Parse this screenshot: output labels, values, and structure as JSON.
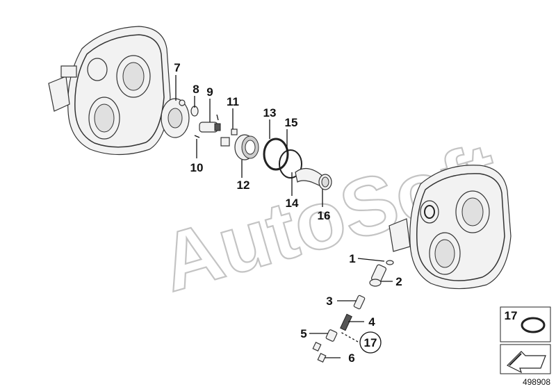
{
  "watermark": "AutoSoft",
  "diagram_id": "498908",
  "callouts": [
    {
      "id": "c7",
      "text": "7"
    },
    {
      "id": "c8",
      "text": "8"
    },
    {
      "id": "c9",
      "text": "9"
    },
    {
      "id": "c11",
      "text": "11"
    },
    {
      "id": "c13",
      "text": "13"
    },
    {
      "id": "c15",
      "text": "15"
    },
    {
      "id": "c10",
      "text": "10"
    },
    {
      "id": "c12",
      "text": "12"
    },
    {
      "id": "c14",
      "text": "14"
    },
    {
      "id": "c16",
      "text": "16"
    },
    {
      "id": "c1",
      "text": "1"
    },
    {
      "id": "c2",
      "text": "2"
    },
    {
      "id": "c3",
      "text": "3"
    },
    {
      "id": "c4",
      "text": "4"
    },
    {
      "id": "c5",
      "text": "5"
    },
    {
      "id": "c6",
      "text": "6"
    },
    {
      "id": "c17",
      "text": "17"
    }
  ],
  "inset": {
    "label": "17"
  },
  "colors": {
    "line": "#111111",
    "watermark": "#c4c4c4",
    "part": "#f2f2f2"
  }
}
